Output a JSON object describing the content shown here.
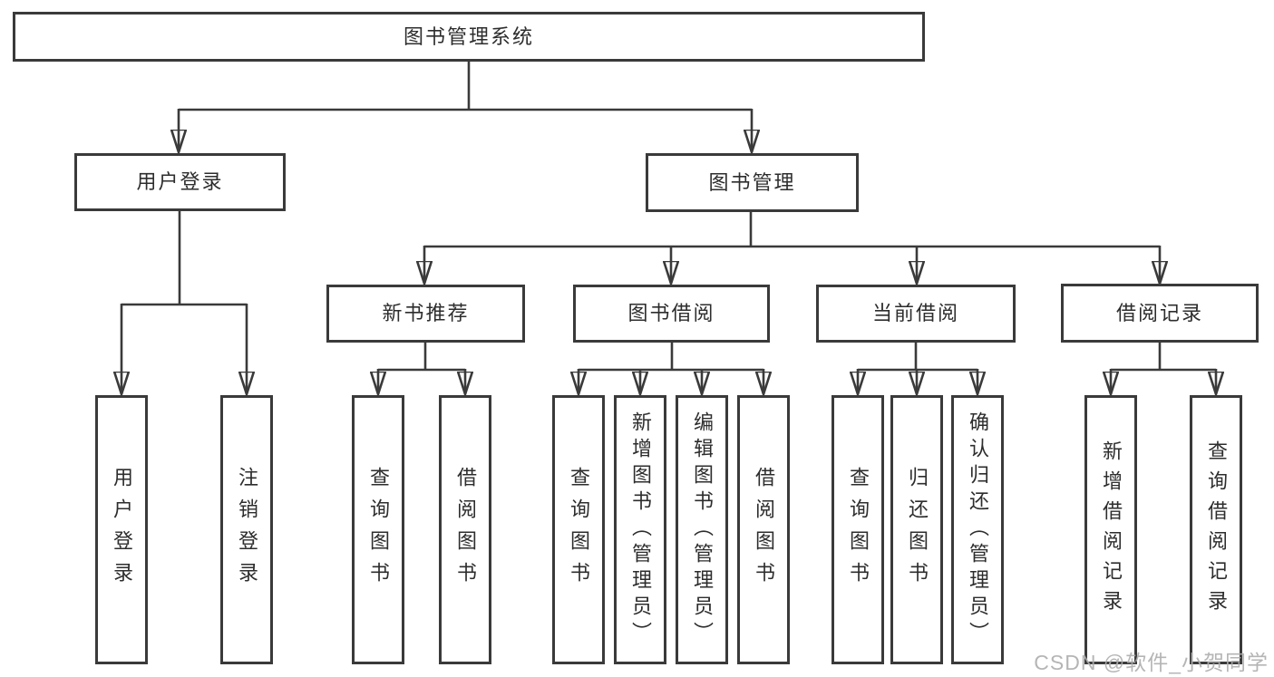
{
  "diagram_title": "图书管理系统",
  "tree": {
    "label": "图书管理系统",
    "children": [
      {
        "label": "用户登录",
        "children": [
          {
            "label": "用户登录"
          },
          {
            "label": "注销登录"
          }
        ]
      },
      {
        "label": "图书管理",
        "children": [
          {
            "label": "新书推荐",
            "children": [
              {
                "label": "查询图书"
              },
              {
                "label": "借阅图书"
              }
            ]
          },
          {
            "label": "图书借阅",
            "children": [
              {
                "label": "查询图书"
              },
              {
                "label": "新增图书（管理员）"
              },
              {
                "label": "编辑图书（管理员）"
              },
              {
                "label": "借阅图书"
              }
            ]
          },
          {
            "label": "当前借阅",
            "children": [
              {
                "label": "查询图书"
              },
              {
                "label": "归还图书"
              },
              {
                "label": "确认归还（管理员）"
              }
            ]
          },
          {
            "label": "借阅记录",
            "children": [
              {
                "label": "新增借阅记录"
              },
              {
                "label": "查询借阅记录"
              }
            ]
          }
        ]
      }
    ]
  },
  "watermark": {
    "text": "CSDN @软件_小贺同学"
  },
  "colors": {
    "line": "#3a3a3a",
    "box_border": "#3a3a3a",
    "text": "#2d2d2d",
    "watermark": "#aeaeae",
    "background": "#ffffff"
  }
}
